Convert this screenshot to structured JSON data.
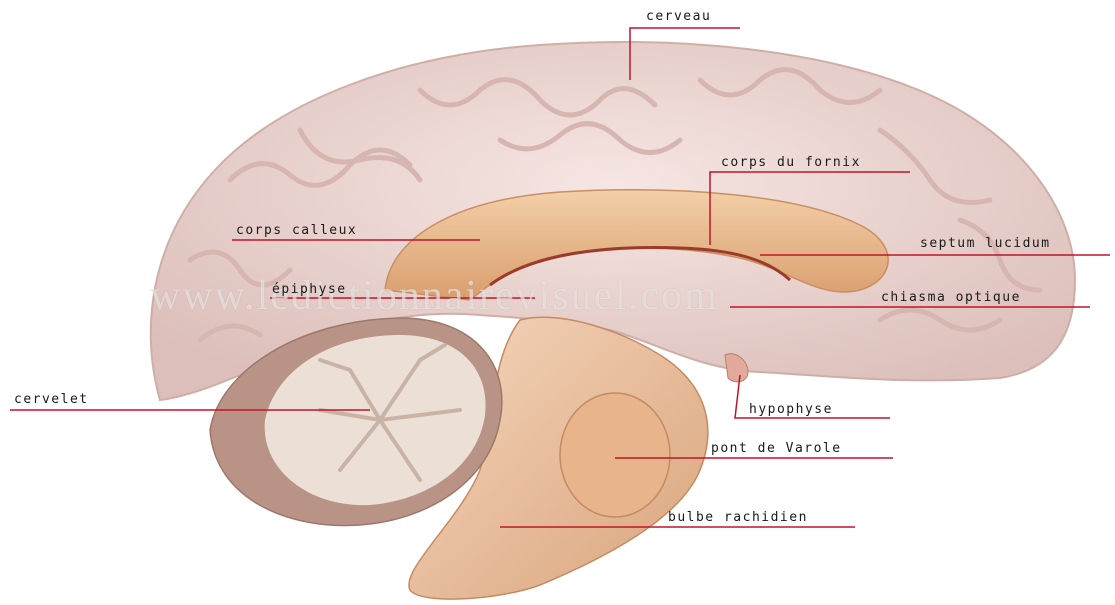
{
  "labels": {
    "cerveau": "cerveau",
    "corps_du_fornix": "corps du fornix",
    "corps_calleux": "corps calleux",
    "septum_lucidum": "septum lucidum",
    "epiphyse": "épiphyse",
    "chiasma_optique": "chiasma optique",
    "cervelet": "cervelet",
    "hypophyse": "hypophyse",
    "pont_de_varole": "pont de Varole",
    "bulbe_rachidien": "bulbe rachidien"
  },
  "watermark": "www.ledictionnairevisuel.com",
  "colors": {
    "cortex": "#f1dcd8",
    "cortex_shadow": "#d9bbb6",
    "callosum": "#e9b88e",
    "brainstem": "#efc6a5",
    "cerebellum_white": "#ece0d6",
    "cerebellum_outer": "#b89284",
    "leader_line": "#c0142a"
  }
}
